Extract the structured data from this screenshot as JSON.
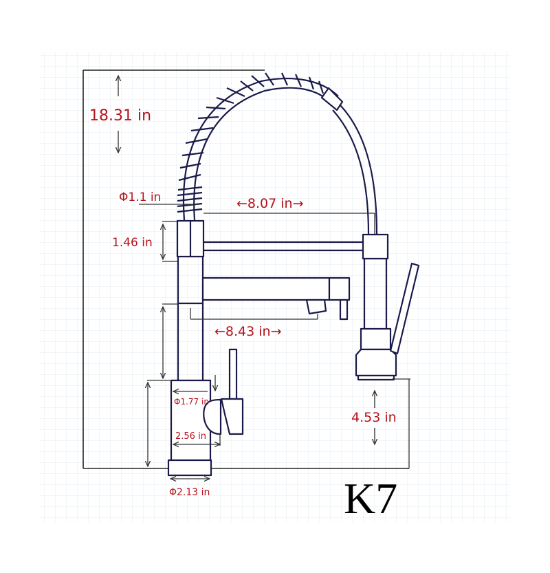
{
  "title": "Kitchen faucet dimension diagram",
  "model": "K7",
  "colors": {
    "dimension_text": "#b5121b",
    "outline": "#1a1a4a",
    "grid": "#e6ecf2",
    "background": "#ffffff"
  },
  "dimensions": {
    "total_height": "18.31 in",
    "hose_diameter": "Φ1.1 in",
    "collar_height": "1.46 in",
    "sprayer_reach": "←8.07 in→",
    "spout_reach": "←8.43 in→",
    "spout_clearance": "4.53 in",
    "body_diameter": "Φ1.77 in",
    "handle_width": "2.56 in",
    "base_diameter": "Φ2.13 in"
  },
  "components": [
    "spring-coil-hose",
    "pull-down-sprayer",
    "sprayer-holder-arm",
    "swivel-spout",
    "faucet-body",
    "side-lever-handle",
    "sprayer-lever",
    "base-escutcheon"
  ]
}
